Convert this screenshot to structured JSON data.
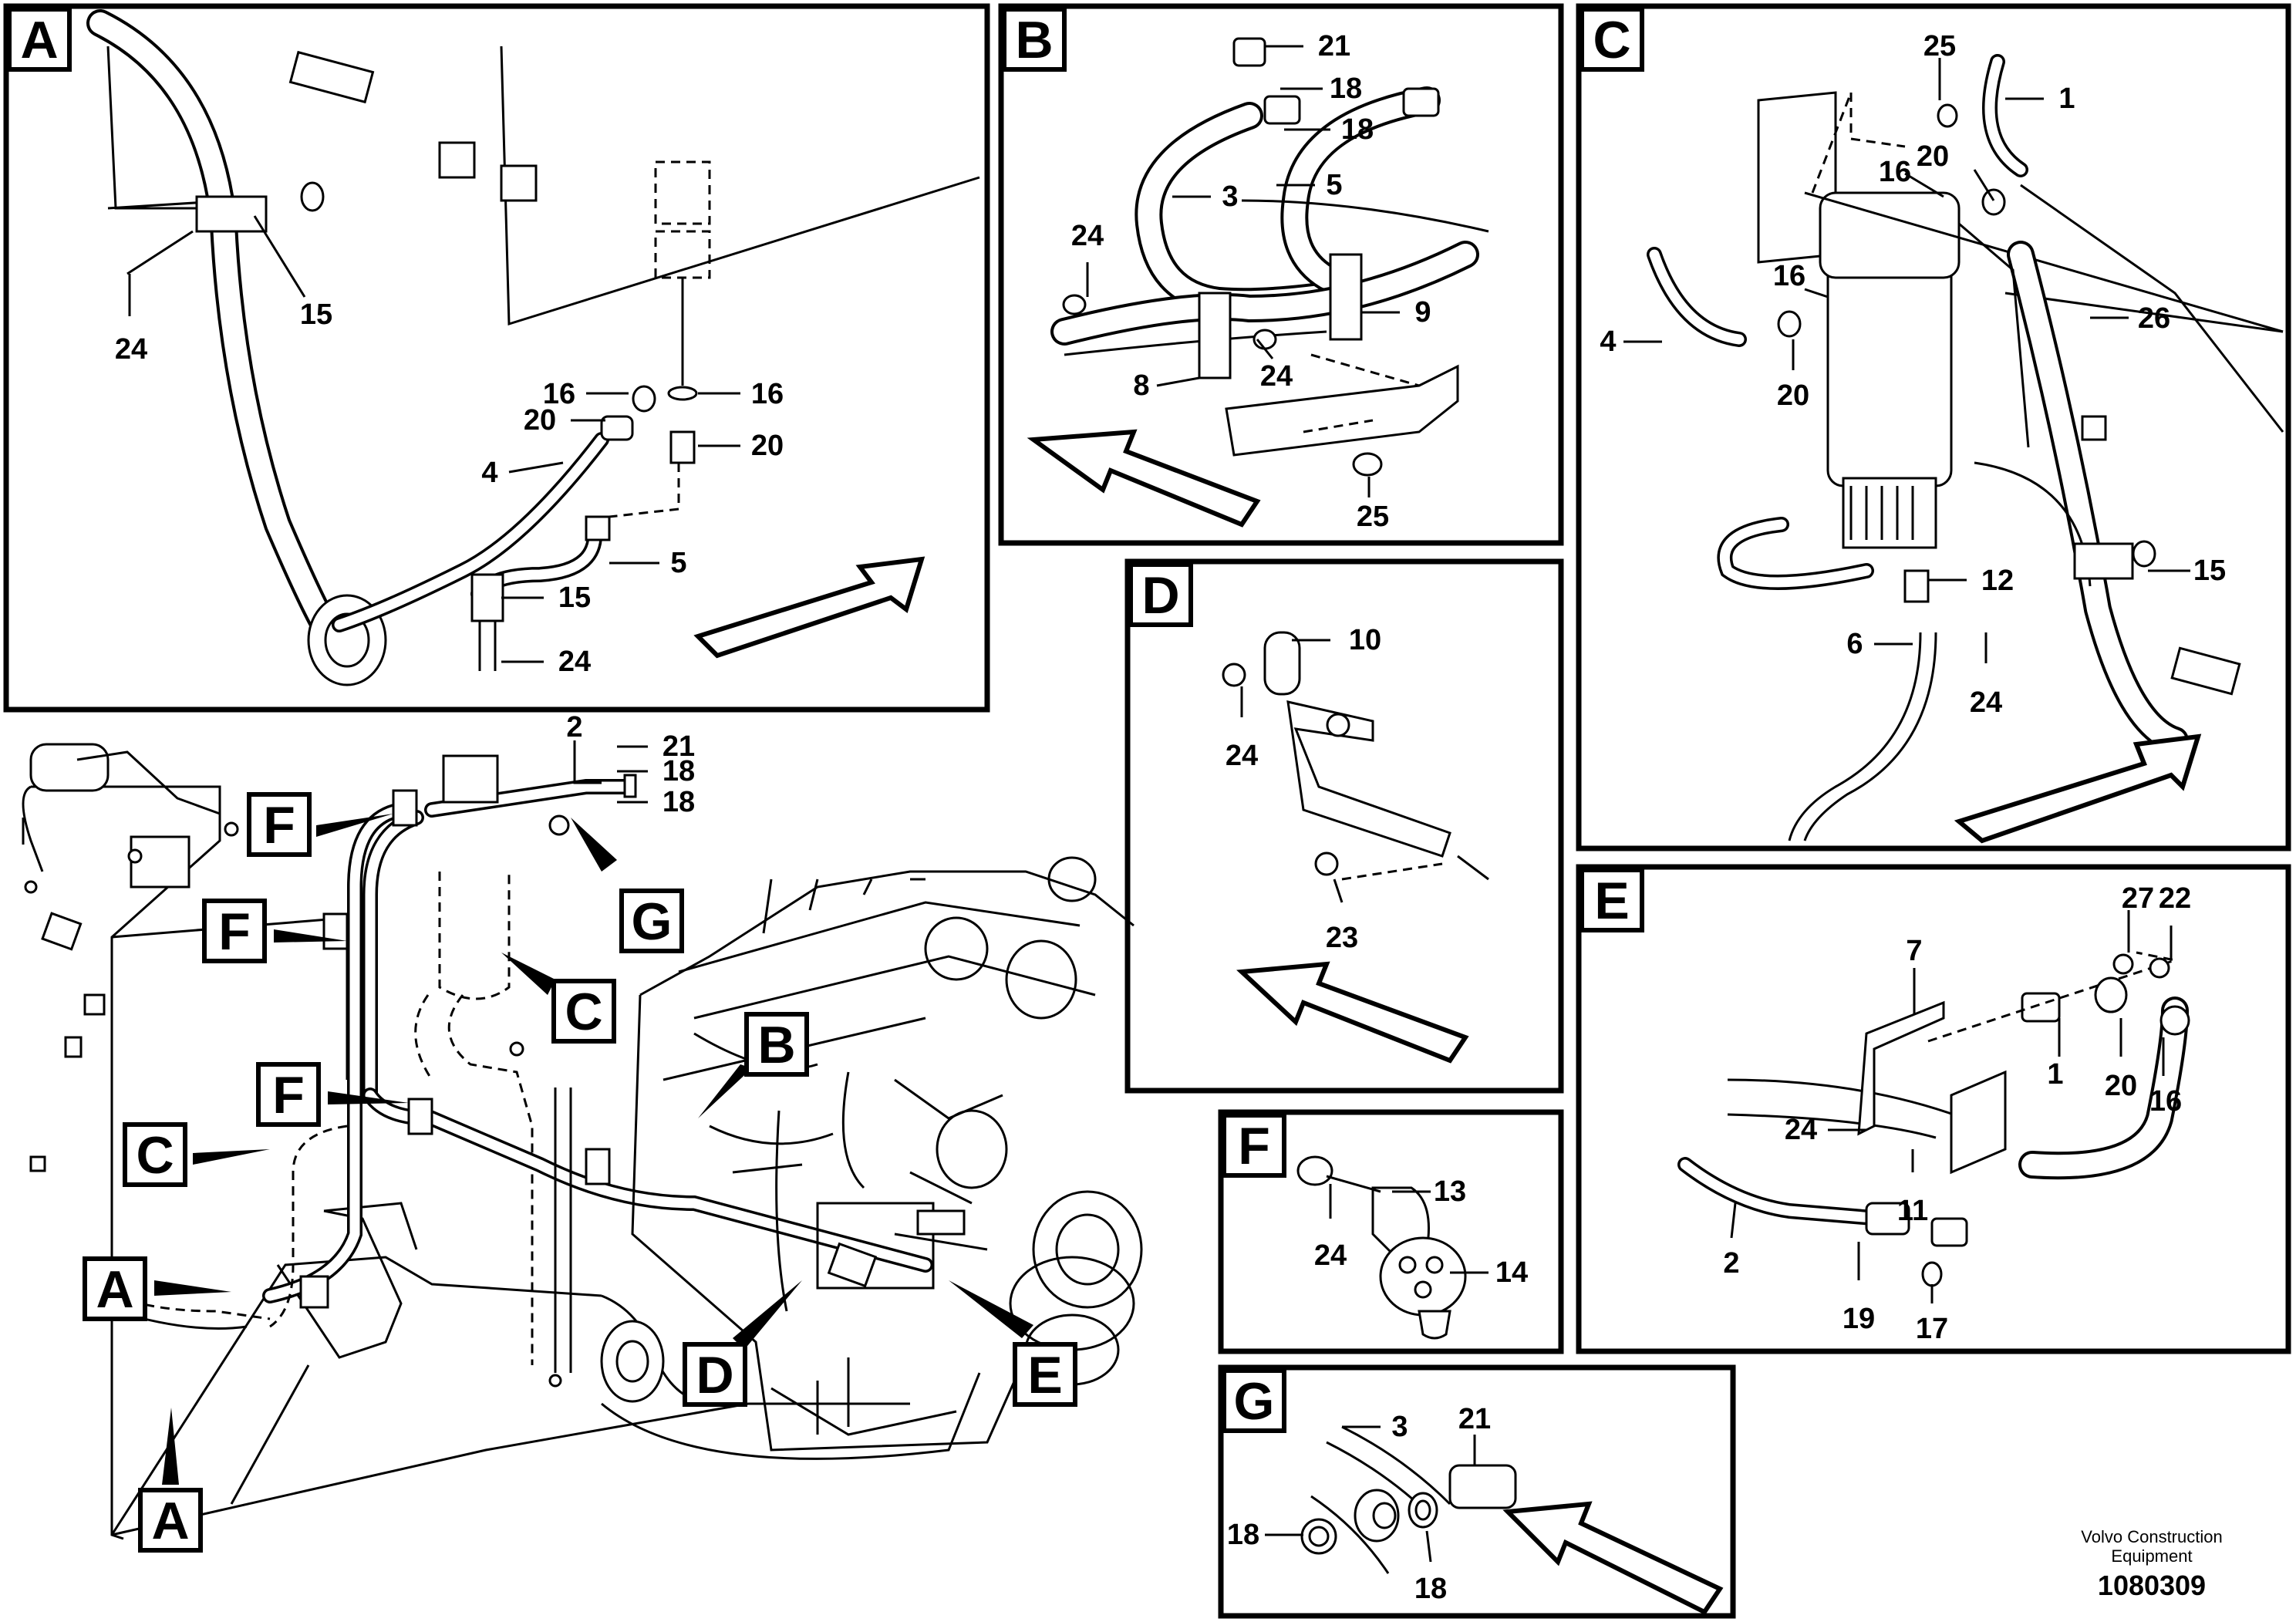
{
  "panels": {
    "A": {
      "label": "A",
      "callouts": {
        "c24a": "24",
        "c15a": "15",
        "c16a": "16",
        "c16b": "16",
        "c20a": "20",
        "c20b": "20",
        "c4": "4",
        "c5": "5",
        "c15b": "15",
        "c24b": "24"
      }
    },
    "B": {
      "label": "B",
      "callouts": {
        "c21": "21",
        "c18a": "18",
        "c18b": "18",
        "c3": "3",
        "c5": "5",
        "c24a": "24",
        "c9": "9",
        "c8": "8",
        "c24b": "24",
        "c25": "25"
      }
    },
    "C": {
      "label": "C",
      "callouts": {
        "c25": "25",
        "c1": "1",
        "c20a": "20",
        "c16a": "16",
        "c16b": "16",
        "c26": "26",
        "c4": "4",
        "c20b": "20",
        "c12": "12",
        "c15": "15",
        "c6": "6",
        "c24": "24"
      }
    },
    "D": {
      "label": "D",
      "callouts": {
        "c10": "10",
        "c24": "24",
        "c23": "23"
      }
    },
    "E": {
      "label": "E",
      "callouts": {
        "c7": "7",
        "c27": "27",
        "c22": "22",
        "c1": "1",
        "c20": "20",
        "c16": "16",
        "c24": "24",
        "c11": "11",
        "c2": "2",
        "c19": "19",
        "c17": "17"
      }
    },
    "F": {
      "label": "F",
      "callouts": {
        "c13": "13",
        "c24": "24",
        "c14": "14"
      }
    },
    "G": {
      "label": "G",
      "callouts": {
        "c3": "3",
        "c21": "21",
        "c18a": "18",
        "c18b": "18"
      }
    }
  },
  "overview": {
    "callouts": {
      "c2": "2",
      "c21": "21",
      "c18a": "18",
      "c18b": "18"
    },
    "labels": {
      "F1": "F",
      "F2": "F",
      "F3": "F",
      "G": "G",
      "C1": "C",
      "C2": "C",
      "B": "B",
      "A1": "A",
      "A2": "A",
      "D": "D",
      "E": "E"
    }
  },
  "footer": {
    "line1": "Volvo Construction",
    "line2": "Equipment",
    "doc_number": "1080309"
  }
}
